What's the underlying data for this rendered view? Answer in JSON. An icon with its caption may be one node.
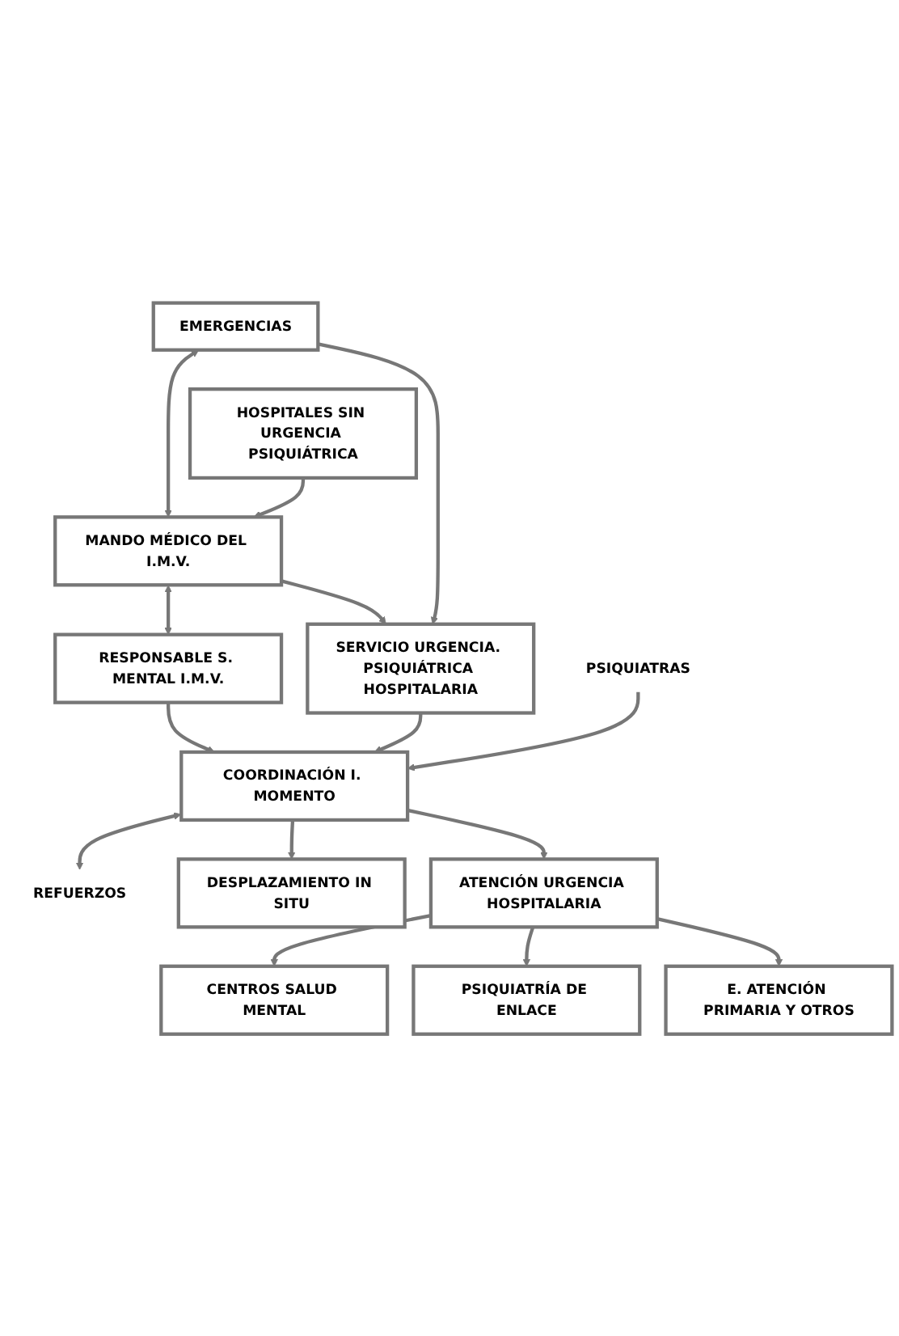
{
  "diagram": {
    "nodes": [
      {
        "text": [
          "EMERGENCIAS"
        ]
      },
      {
        "text": [
          "MANDO MÉDICO DEL I.M.V."
        ]
      },
      {
        "text": [
          "HOSPITALES SIN URGENCIA PSIQUIÁTRICA"
        ]
      },
      {
        "text": [
          "RESPONSABLE S. MENTAL I.M.V."
        ]
      },
      {
        "text": [
          "SERVICIO URGENCIA. PSIQUIÁTRICA HOSPITALARIA"
        ]
      },
      {
        "text": [
          "PSIQUIATRAS"
        ]
      },
      {
        "text": [
          "COORDINACIÓN I. MOMENTO"
        ]
      },
      {
        "text": [
          "REFUERZOS"
        ]
      },
      {
        "text": [
          "DESPLAZAMIENTO IN SITU"
        ]
      },
      {
        "text": [
          "ATENCIÓN URGENCIA HOSPITALARIA"
        ]
      },
      {
        "text": [
          "CENTROS SALUD MENTAL"
        ]
      },
      {
        "text": [
          "PSIQUIATRÍA DE ENLACE"
        ]
      },
      {
        "text": [
          "E. ATENCIÓN PRIMARIA Y OTROS"
        ]
      }
    ],
    "edges": [
      {
        "from": 0,
        "to": 1,
        "arrow": "both"
      },
      {
        "from": 2,
        "to": 1,
        "arrow": "to"
      },
      {
        "from": 1,
        "to": 3,
        "arrow": "both"
      },
      {
        "from": 1,
        "to": 4,
        "arrow": "to"
      },
      {
        "from": 0,
        "to": 4,
        "arrow": "to"
      },
      {
        "from": 3,
        "to": 6,
        "arrow": "to"
      },
      {
        "from": 4,
        "to": 6,
        "arrow": "to"
      },
      {
        "from": 5,
        "to": 6,
        "arrow": "to"
      },
      {
        "from": 6,
        "to": 7,
        "arrow": "both"
      },
      {
        "from": 6,
        "to": 8,
        "arrow": "to"
      },
      {
        "from": 6,
        "to": 9,
        "arrow": "to"
      },
      {
        "from": 9,
        "to": 10,
        "arrow": "to"
      },
      {
        "from": 9,
        "to": 11,
        "arrow": "to"
      },
      {
        "from": 9,
        "to": 12,
        "arrow": "to"
      }
    ]
  }
}
